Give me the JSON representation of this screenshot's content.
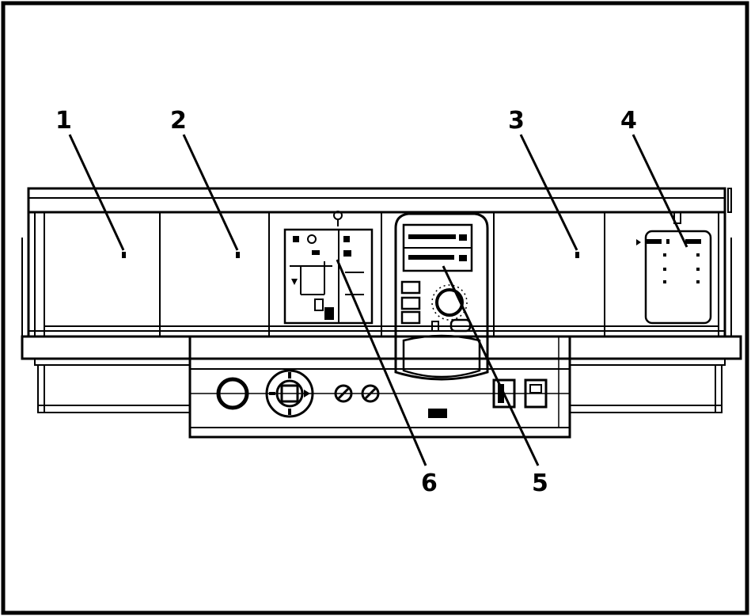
{
  "figure": {
    "callouts": [
      {
        "id": "c1",
        "label": "1"
      },
      {
        "id": "c2",
        "label": "2"
      },
      {
        "id": "c3",
        "label": "3"
      },
      {
        "id": "c4",
        "label": "4"
      },
      {
        "id": "c5",
        "label": "5"
      },
      {
        "id": "c6",
        "label": "6"
      }
    ]
  },
  "icons": {
    "main_switch": "round-switch-icon",
    "temperature_knob": "rotary-knob-icon",
    "fuse": "fuse-icon",
    "toggle": "rocker-switch-icon",
    "display": "lcd-display-icon",
    "service_plug": "service-plug-icon"
  },
  "colors": {
    "line": "#000000",
    "background": "#ffffff"
  }
}
